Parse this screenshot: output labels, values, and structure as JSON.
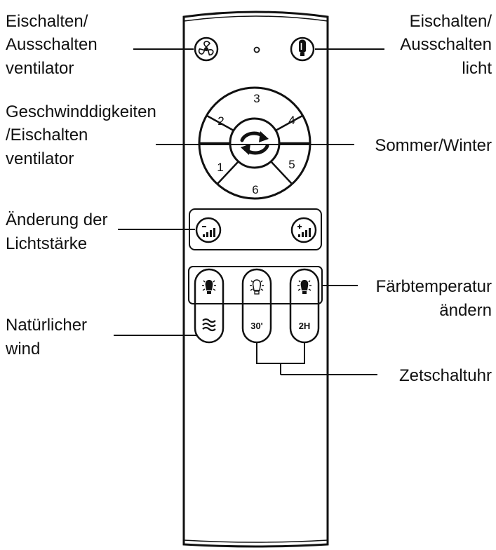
{
  "colors": {
    "ink": "#111111",
    "background": "#ffffff"
  },
  "labels": {
    "fan_power": [
      "Eischalten/",
      "Ausschalten",
      "ventilator"
    ],
    "light_power": [
      "Eischalten/",
      "Ausschalten",
      "licht"
    ],
    "speeds": [
      "Geschwinddigkeiten",
      "/Eischalten",
      "ventilator"
    ],
    "summer_winter": [
      "Sommer/Winter"
    ],
    "brightness": [
      "Änderung der",
      "Lichtstärke"
    ],
    "color_temperature": [
      "Färbtemperatur",
      "ändern"
    ],
    "natural_wind": [
      "Natürlicher",
      "wind"
    ],
    "timer": [
      "Zetschaltuhr"
    ]
  },
  "speed_numbers": [
    "1",
    "2",
    "3",
    "4",
    "5",
    "6"
  ],
  "timer_buttons": {
    "minutes": "30'",
    "hours": "2H"
  },
  "icons": {
    "fan_power": "fan-icon",
    "light_power": "bulb-icon",
    "center": "rotate-arrows-icon",
    "brightness_down": "brightness-down-icon",
    "brightness_up": "brightness-up-icon",
    "natural_wind": "wind-waves-icon"
  }
}
